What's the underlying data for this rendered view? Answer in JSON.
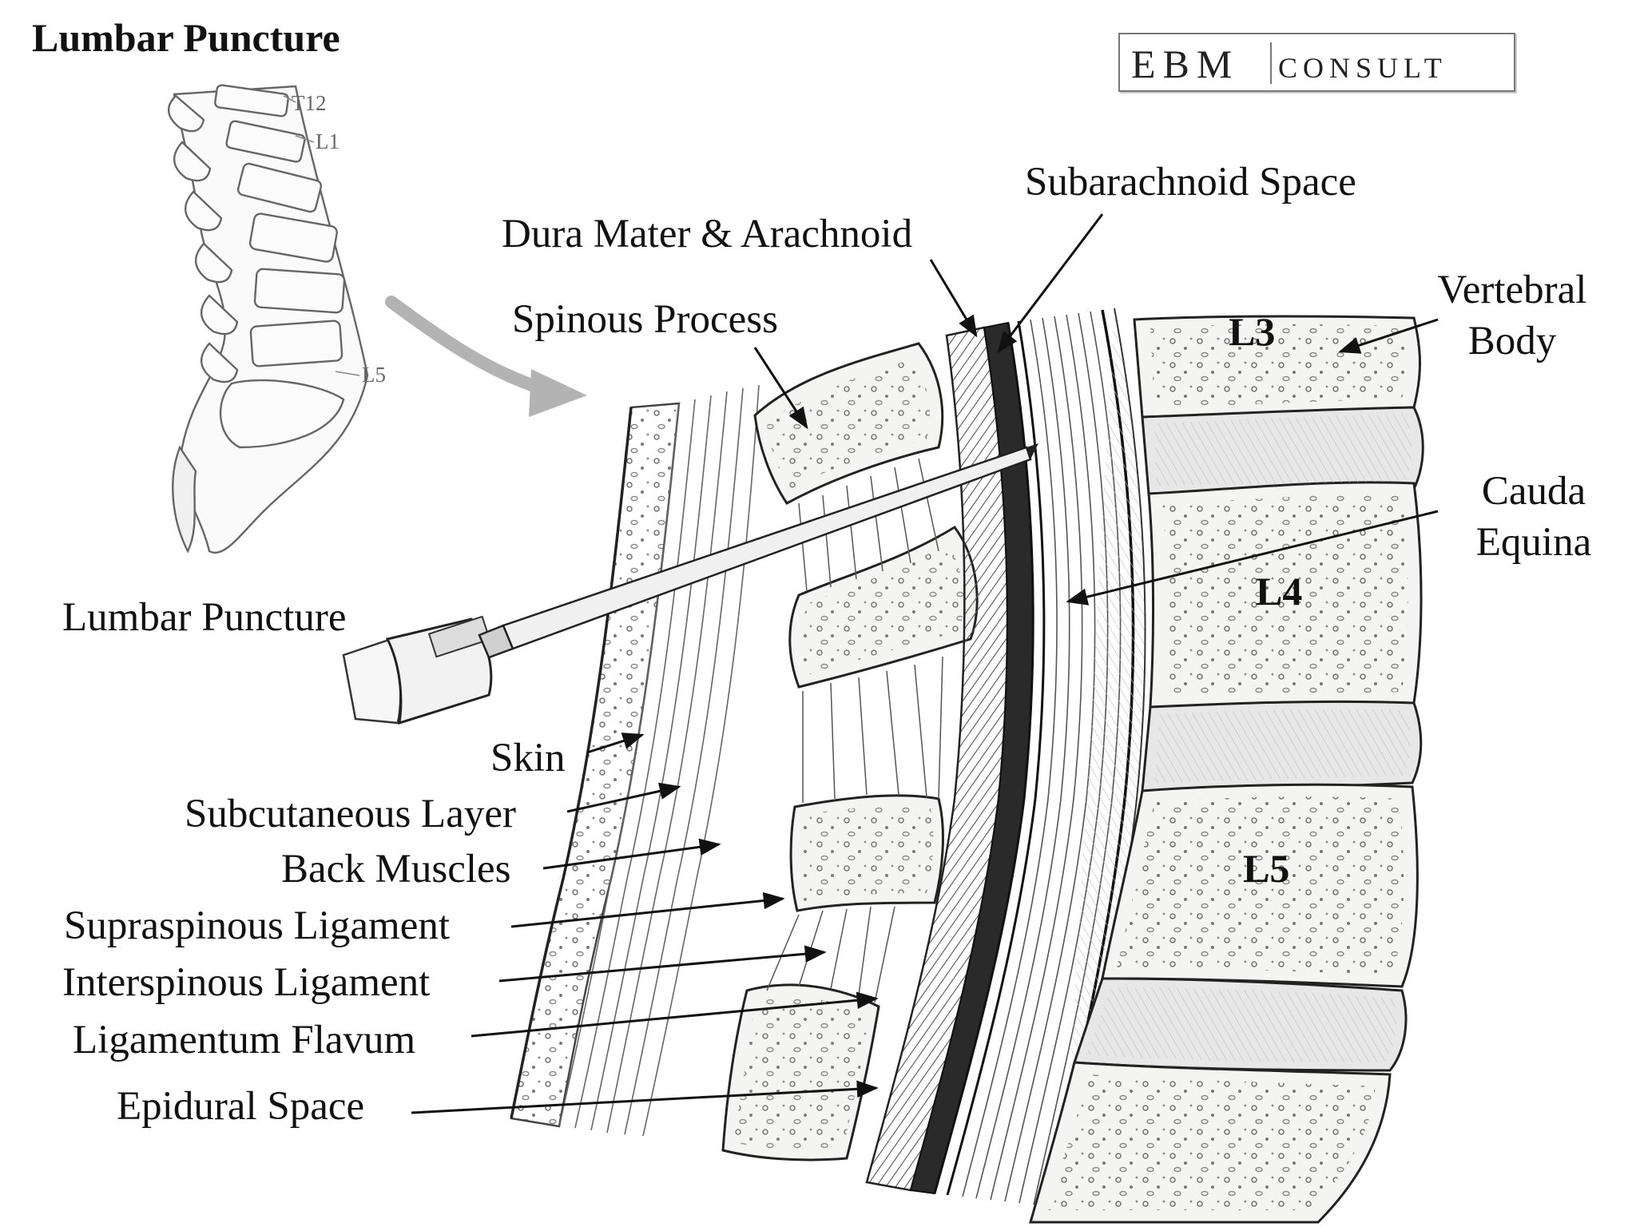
{
  "title": "Lumbar Puncture",
  "logo": {
    "brand": "EBM",
    "product": "CONSULT"
  },
  "inset": {
    "levels": [
      "T12",
      "L1",
      "L5"
    ]
  },
  "vertebrae": [
    "L3",
    "L4",
    "L5"
  ],
  "labels": {
    "subarachnoid_space": "Subarachnoid Space",
    "dura_mater_arachnoid": "Dura Mater & Arachnoid",
    "spinous_process": "Spinous Process",
    "vertebral_body_line1": "Vertebral",
    "vertebral_body_line2": "Body",
    "cauda_equina_line1": "Cauda",
    "cauda_equina_line2": "Equina",
    "lumbar_puncture_needle": "Lumbar Puncture",
    "skin": "Skin",
    "subcutaneous_layer": "Subcutaneous Layer",
    "back_muscles": "Back Muscles",
    "supraspinous_ligament": "Supraspinous Ligament",
    "interspinous_ligament": "Interspinous Ligament",
    "ligamentum_flavum": "Ligamentum Flavum",
    "epidural_space": "Epidural Space"
  },
  "colors": {
    "ink": "#111111",
    "arrow": "#b3b3b3",
    "bone": "#f4f4f2",
    "disc": "#e7e7e7",
    "dark_band": "#333333"
  }
}
